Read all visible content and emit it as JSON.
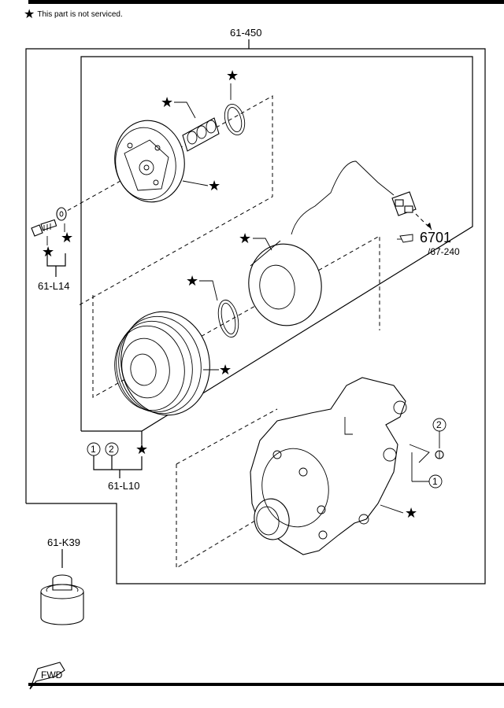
{
  "note": {
    "star": "★",
    "text": "This part is not serviced."
  },
  "labels": {
    "assembly": "61-450",
    "bolt_kit": "61-L14",
    "clutch_kit": "61-L10",
    "oil": "61-K39",
    "connector_ref": "6701",
    "connector_ref_sub": "/67-240",
    "fwd": "FWD"
  },
  "callouts": [
    "1",
    "2",
    "1",
    "2"
  ],
  "star": "★"
}
